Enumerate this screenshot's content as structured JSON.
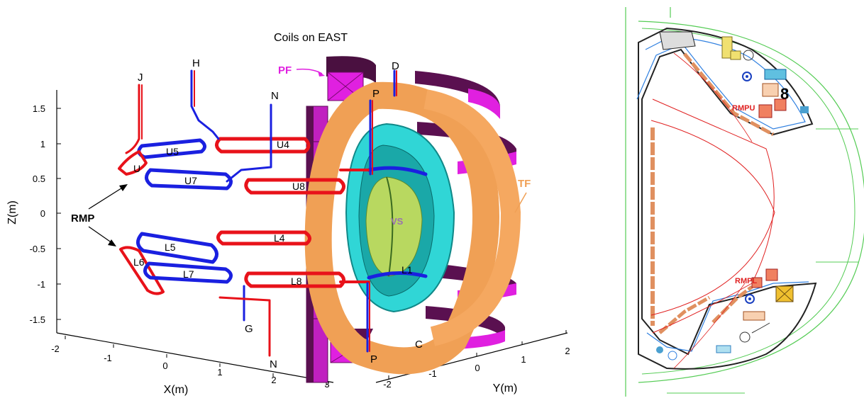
{
  "left_panel": {
    "title": "Coils on EAST",
    "z_axis": {
      "label": "Z(m)",
      "ticks": [
        "1.5",
        "1",
        "0.5",
        "0",
        "-0.5",
        "-1",
        "-1.5"
      ]
    },
    "x_axis": {
      "label": "X(m)",
      "ticks": [
        "-2",
        "-1",
        "0",
        "1",
        "2",
        "3"
      ]
    },
    "y_axis": {
      "label": "Y(m)",
      "ticks": [
        "-2",
        "-1",
        "0",
        "1",
        "2"
      ]
    },
    "labels": {
      "pf": "PF",
      "tf": "TF",
      "vs": "VS",
      "rmp": "RMP",
      "u4": "U4",
      "u5": "U5",
      "u6": "U",
      "u7": "U7",
      "u8": "U8",
      "l4": "L4",
      "l5": "L5",
      "l6": "L6",
      "l7": "L7",
      "l8": "L8",
      "lead_j": "J",
      "lead_h": "H",
      "lead_n_top": "N",
      "lead_p_top": "P",
      "lead_d": "D",
      "lead_g": "G",
      "lead_n_bottom": "N",
      "lead_p_bottom": "P",
      "lead_c": "C"
    },
    "colors": {
      "pf": "#e020e0",
      "tf": "#f5a860",
      "vs": "#20d0d0",
      "coil_red": "#e8121a",
      "coil_blue": "#1a20e0"
    }
  },
  "right_panel": {
    "labels": {
      "rmpu": "RMPU",
      "rmpl": "RMPL"
    },
    "colors": {
      "wall": "#55cc55",
      "label": "#e02020"
    }
  }
}
